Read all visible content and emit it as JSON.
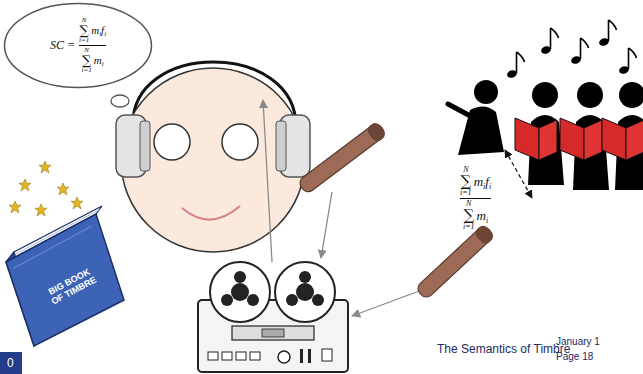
{
  "diagram": {
    "nodes": [
      {
        "text": [
          "SC =",
          "N",
          "∑",
          "i=1",
          "m",
          "i",
          "f",
          "i",
          "N",
          "∑",
          "i=1",
          "m",
          "i"
        ]
      },
      {
        "text": [
          "BIG BOOK OF TIMBRE"
        ]
      }
    ],
    "labels": [
      "N",
      "∑",
      "i=1",
      "m",
      "i",
      "f",
      "i",
      "N",
      "∑",
      "i=1",
      "m",
      "i",
      "The Semantics of Timbre",
      "January 1",
      "Page 18",
      "0"
    ]
  }
}
